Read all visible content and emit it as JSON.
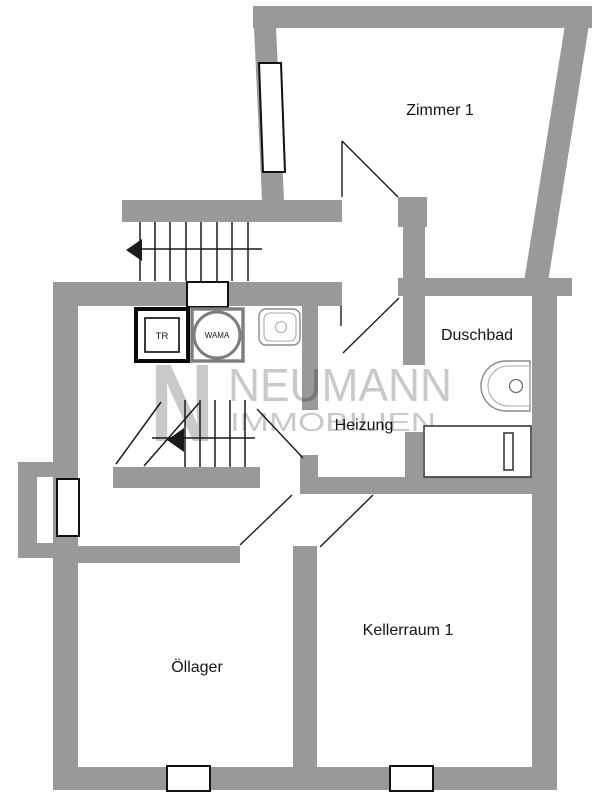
{
  "rooms": [
    {
      "id": "zimmer1",
      "label": "Zimmer 1"
    },
    {
      "id": "duschbad",
      "label": "Duschbad"
    },
    {
      "id": "heizung",
      "label": "Heizung"
    },
    {
      "id": "kellerraum1",
      "label": "Kellerraum 1"
    },
    {
      "id": "oellager",
      "label": "Öllager"
    }
  ],
  "appliances": {
    "dryer_label": "TR",
    "washer_label": "WAMA"
  },
  "watermark": {
    "logo_letter": "N",
    "name": "NEUMANN",
    "tagline": "IMMOBILIEN"
  },
  "colors": {
    "wall": "#999999",
    "line": "#1a1a1a",
    "watermark": "#c9c9c9",
    "background": "#ffffff"
  }
}
